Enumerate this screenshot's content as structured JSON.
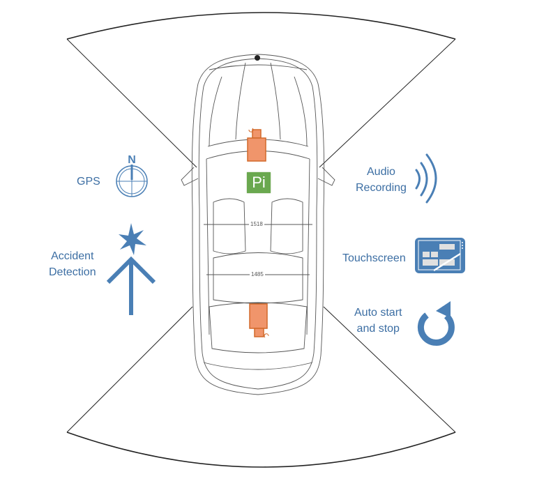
{
  "diagram": {
    "title": "In-car Raspberry Pi system features",
    "colors": {
      "icon_blue": "#4a7fb5",
      "label_blue": "#3c6ea3",
      "camera_fill": "#f0956b",
      "camera_stroke": "#d2692a",
      "pi_green": "#6aa84f",
      "outline": "#333333"
    },
    "controller": {
      "label": "Pi",
      "icon": "raspberry-pi-badge"
    },
    "cameras": [
      {
        "name": "front-camera",
        "icon": "camera-icon"
      },
      {
        "name": "rear-camera",
        "icon": "camera-icon"
      }
    ],
    "dimensions": {
      "front_track": "1518",
      "rear_track": "1485"
    },
    "features": [
      {
        "id": "gps",
        "label_lines": [
          "GPS"
        ],
        "icon": "compass-icon",
        "compass_letter": "N"
      },
      {
        "id": "accident",
        "label_lines": [
          "Accident",
          "Detection"
        ],
        "icon": "impact-arrow-icon"
      },
      {
        "id": "audio",
        "label_lines": [
          "Audio",
          "Recording"
        ],
        "icon": "sound-waves-icon"
      },
      {
        "id": "touchscreen",
        "label_lines": [
          "Touchscreen"
        ],
        "icon": "tablet-stylus-icon"
      },
      {
        "id": "autostart",
        "label_lines": [
          "Auto start",
          "and stop"
        ],
        "icon": "refresh-icon"
      }
    ]
  }
}
